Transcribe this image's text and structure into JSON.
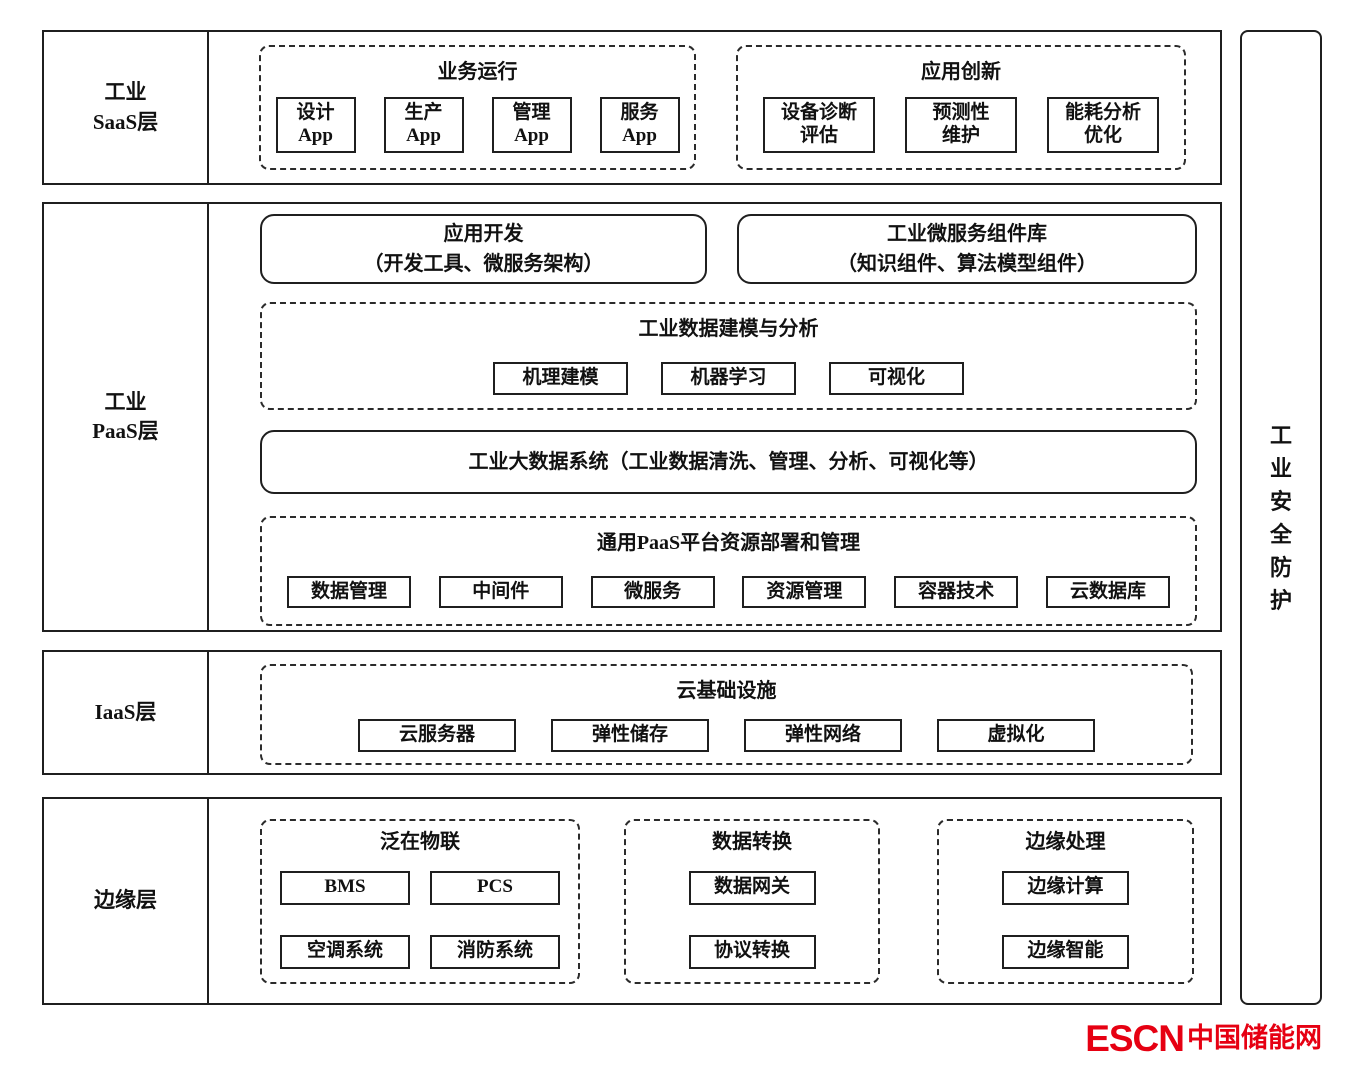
{
  "saas": {
    "label": "工业\nSaaS层",
    "business": {
      "title": "业务运行",
      "items": [
        "设计\nApp",
        "生产\nApp",
        "管理\nApp",
        "服务\nApp"
      ]
    },
    "innovation": {
      "title": "应用创新",
      "items": [
        "设备诊断\n评估",
        "预测性\n维护",
        "能耗分析\n优化"
      ]
    }
  },
  "paas": {
    "label": "工业\nPaaS层",
    "app_dev": "应用开发\n（开发工具、微服务架构）",
    "microservice_lib": "工业微服务组件库\n（知识组件、算法模型组件）",
    "modeling": {
      "title": "工业数据建模与分析",
      "items": [
        "机理建模",
        "机器学习",
        "可视化"
      ]
    },
    "bigdata": "工业大数据系统（工业数据清洗、管理、分析、可视化等）",
    "resource": {
      "title": "通用PaaS平台资源部署和管理",
      "items": [
        "数据管理",
        "中间件",
        "微服务",
        "资源管理",
        "容器技术",
        "云数据库"
      ]
    }
  },
  "iaas": {
    "label": "IaaS层",
    "cloud": {
      "title": "云基础设施",
      "items": [
        "云服务器",
        "弹性储存",
        "弹性网络",
        "虚拟化"
      ]
    }
  },
  "edge": {
    "label": "边缘层",
    "iot": {
      "title": "泛在物联",
      "items": [
        "BMS",
        "PCS",
        "空调系统",
        "消防系统"
      ]
    },
    "conversion": {
      "title": "数据转换",
      "items": [
        "数据网关",
        "协议转换"
      ]
    },
    "processing": {
      "title": "边缘处理",
      "items": [
        "边缘计算",
        "边缘智能"
      ]
    }
  },
  "security": {
    "label": "工\n业\n安\n全\n防\n护"
  },
  "logo": {
    "escn": "ESCN",
    "site": "中国储能网"
  }
}
